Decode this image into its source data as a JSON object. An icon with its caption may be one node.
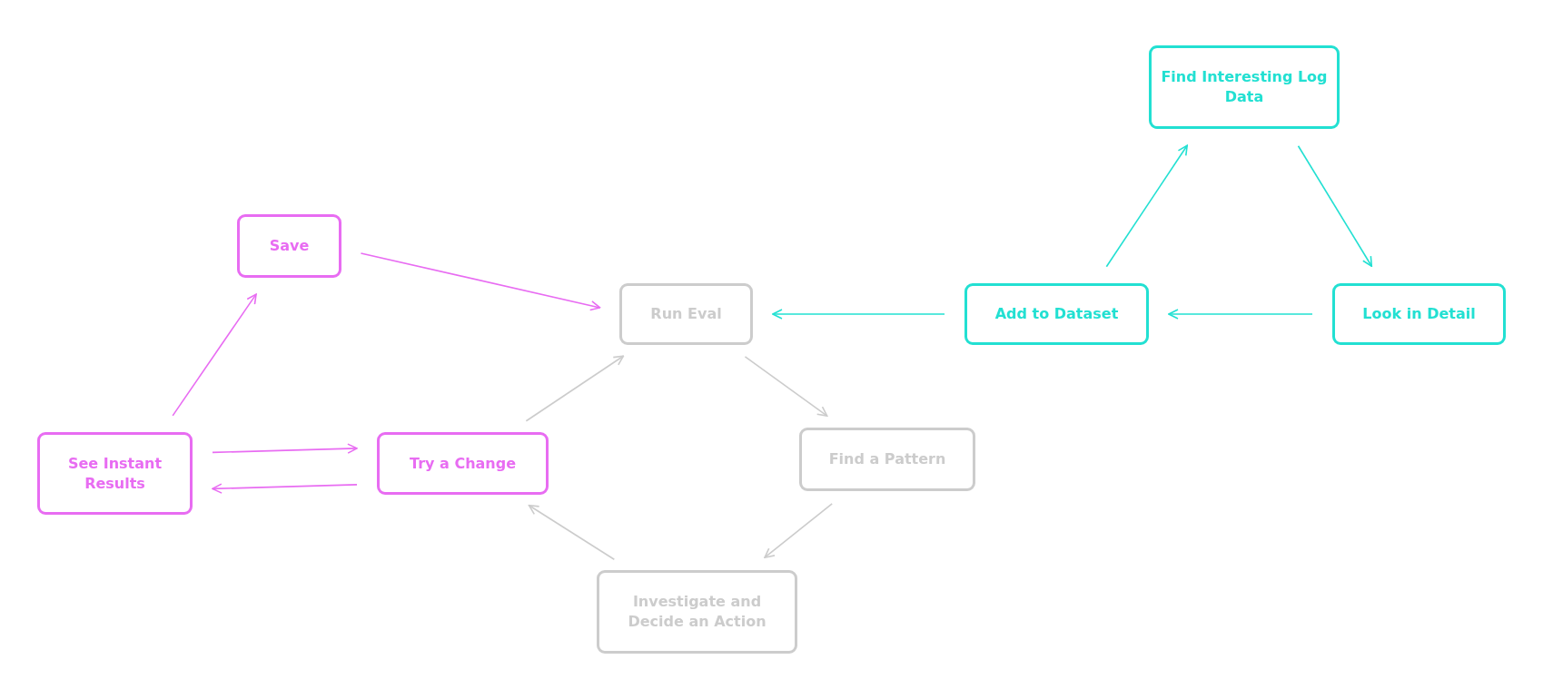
{
  "diagram": {
    "nodes": [
      {
        "text": [
          "Save"
        ]
      },
      {
        "text": [
          "Run Eval"
        ]
      },
      {
        "text": [
          "Find Interesting Log Data"
        ]
      },
      {
        "text": [
          "Add to Dataset"
        ]
      },
      {
        "text": [
          "Look in Detail"
        ]
      },
      {
        "text": [
          "See Instant Results"
        ]
      },
      {
        "text": [
          "Try a Change"
        ]
      },
      {
        "text": [
          "Find a Pattern"
        ]
      },
      {
        "text": [
          "Investigate and Decide an Action"
        ]
      }
    ],
    "edges": [
      {
        "from": 0,
        "to": 1,
        "arrow": "to",
        "color": "#e86cf2"
      },
      {
        "from": 5,
        "to": 0,
        "arrow": "to",
        "color": "#e86cf2"
      },
      {
        "from": 5,
        "to": 6,
        "arrow": "to",
        "color": "#e86cf2"
      },
      {
        "from": 6,
        "to": 5,
        "arrow": "to",
        "color": "#e86cf2"
      },
      {
        "from": 6,
        "to": 1,
        "arrow": "to",
        "color": "#cccccc"
      },
      {
        "from": 1,
        "to": 7,
        "arrow": "to",
        "color": "#cccccc"
      },
      {
        "from": 7,
        "to": 8,
        "arrow": "to",
        "color": "#cccccc"
      },
      {
        "from": 8,
        "to": 6,
        "arrow": "to",
        "color": "#cccccc"
      },
      {
        "from": 3,
        "to": 1,
        "arrow": "to",
        "color": "#22e0d2"
      },
      {
        "from": 4,
        "to": 3,
        "arrow": "to",
        "color": "#22e0d2"
      },
      {
        "from": 3,
        "to": 2,
        "arrow": "to",
        "color": "#22e0d2"
      },
      {
        "from": 2,
        "to": 4,
        "arrow": "to",
        "color": "#22e0d2"
      }
    ]
  }
}
